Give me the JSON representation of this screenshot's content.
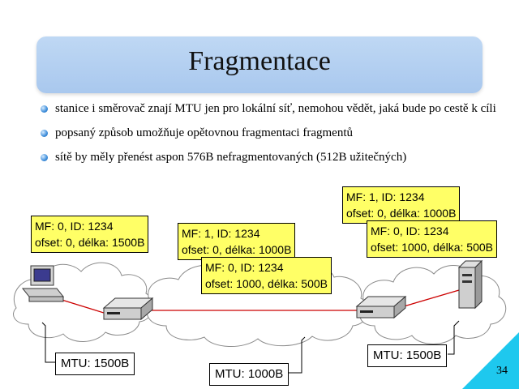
{
  "slide": {
    "title": "Fragmentace",
    "bullets": [
      "stanice i směrovač znají MTU jen pro lokální síť, nemohou vědět, jaká bude po cestě k cíli",
      "popsaný způsob umožňuje opětovnou fragmentaci fragmentů",
      "sítě by měly přenést aspon 576B nefragmentovaných (512B užitečných)"
    ],
    "page_number": "34"
  },
  "fragments": {
    "left": {
      "line1": "MF: 0, ID: 1234",
      "line2": "ofset: 0, délka: 1500B"
    },
    "mid_a": {
      "line1": "MF: 1, ID: 1234",
      "line2": "ofset: 0, délka: 1000B"
    },
    "mid_b": {
      "line1": "MF: 0, ID: 1234",
      "line2": "ofset: 1000, délka: 500B"
    },
    "right_a": {
      "line1": "MF: 1, ID: 1234",
      "line2": "ofset: 0, délka: 1000B"
    },
    "right_b": {
      "line1": "MF: 0, ID: 1234",
      "line2": "ofset: 1000, délka: 500B"
    }
  },
  "mtu": {
    "left": "MTU: 1500B",
    "middle": "MTU: 1000B",
    "right": "MTU: 1500B"
  },
  "colors": {
    "title_bg": "#b5d0f2",
    "label_bg": "#ffff66",
    "link": "#cc0000",
    "corner": "#1ec8ee"
  }
}
